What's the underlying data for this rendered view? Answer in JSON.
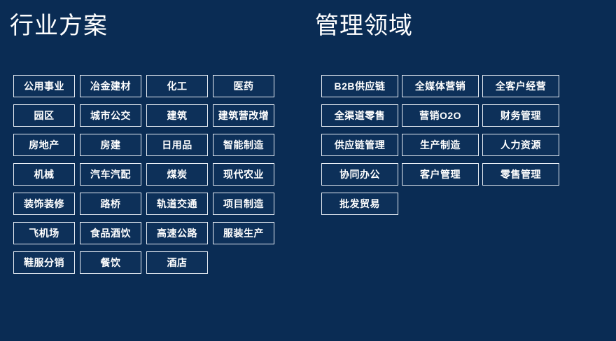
{
  "background_color": "#0a2c54",
  "border_color": "#e8eef5",
  "text_color": "#ffffff",
  "panels": [
    {
      "id": "industry",
      "title": "行业方案",
      "rows": [
        [
          "公用事业",
          "冶金建材",
          "化工",
          "医药"
        ],
        [
          "园区",
          "城市公交",
          "建筑",
          "建筑营改增"
        ],
        [
          "房地产",
          "房建",
          "日用品",
          "智能制造"
        ],
        [
          "机械",
          "汽车汽配",
          "煤炭",
          "现代农业"
        ],
        [
          "装饰装修",
          "路桥",
          "轨道交通",
          "项目制造"
        ],
        [
          "飞机场",
          "食品酒饮",
          "高速公路",
          "服装生产"
        ],
        [
          "鞋服分销",
          "餐饮",
          "酒店"
        ]
      ]
    },
    {
      "id": "management",
      "title": "管理领域",
      "rows": [
        [
          "B2B供应链",
          "全媒体营销",
          "全客户经营"
        ],
        [
          "全渠道零售",
          "营销O2O",
          "财务管理"
        ],
        [
          "供应链管理",
          "生产制造",
          "人力资源"
        ],
        [
          "协同办公",
          "客户管理",
          "零售管理"
        ],
        [
          "批发贸易"
        ]
      ]
    }
  ]
}
